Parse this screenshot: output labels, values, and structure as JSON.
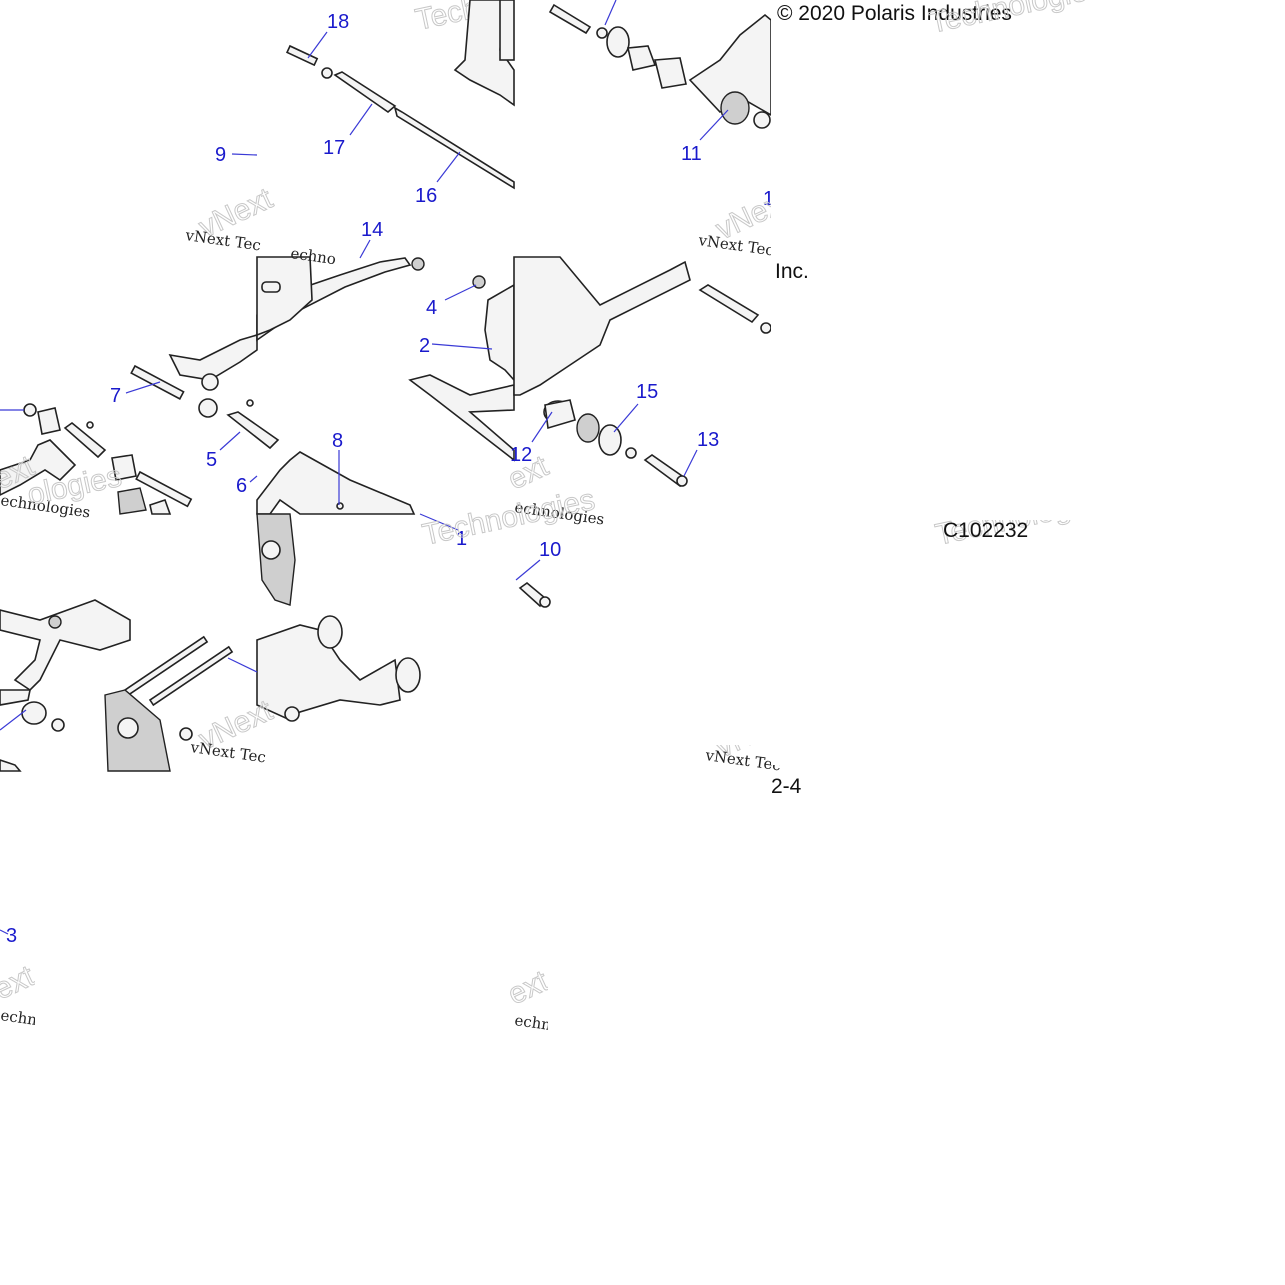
{
  "copyright": "© 2020 Polaris Industries",
  "copyright_suffix": "Inc.",
  "figure_code": "C102232",
  "page_ref": "2-4",
  "watermark_a": "vNext Tec",
  "watermark_b": "Technologies",
  "watermark_c": "echnologies",
  "watermark_d": "echno",
  "watermark_ghost_a": "vNext",
  "watermark_ghost_b": "Techn",
  "watermark_ghost_c": "ext",
  "watermark_ghost_d": "ologies",
  "callouts": {
    "c1": "1",
    "c2": "2",
    "c3": "3",
    "c4": "4",
    "c5": "5",
    "c6": "6",
    "c7": "7",
    "c8": "8",
    "c9": "9",
    "c10": "10",
    "c11": "11",
    "c12": "12",
    "c13": "13",
    "c14": "14",
    "c15": "15",
    "c16": "16",
    "c17": "17",
    "c18": "18",
    "c1b": "1"
  },
  "colors": {
    "callout": "#1a1acc",
    "line_art": "#222222",
    "shade": "#cfcfcf"
  }
}
